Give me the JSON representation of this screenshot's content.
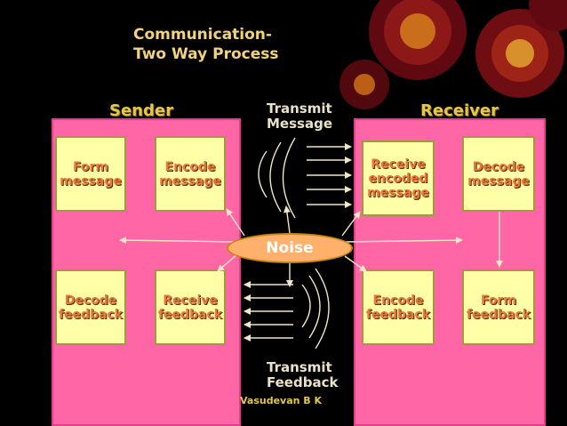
{
  "title": "Communication-\nTwo Way Process",
  "sender_label": "Sender",
  "receiver_label": "Receiver",
  "transmit_message_label": "Transmit\nMessage",
  "transmit_feedback_label": "Transmit\nFeedback",
  "noise_label": "Noise",
  "credit": "Vasudevan B K",
  "sender_boxes": {
    "form_message": "Form\nmessage",
    "encode_message": "Encode\nmessage",
    "decode_feedback": "Decode\nfeedback",
    "receive_feedback": "Receive\nfeedback"
  },
  "receiver_boxes": {
    "receive_encoded_message": "Receive\nencoded\nmessage",
    "decode_message": "Decode\nmessage",
    "encode_feedback": "Encode\nfeedback",
    "form_feedback": "Form\nfeedback"
  },
  "colors": {
    "background": "#000000",
    "panel": "#FF66A6",
    "box": "#FFFFA8",
    "box_text": "#E87A3C",
    "noise": "#FFB06A",
    "title": "#F2D27A"
  }
}
